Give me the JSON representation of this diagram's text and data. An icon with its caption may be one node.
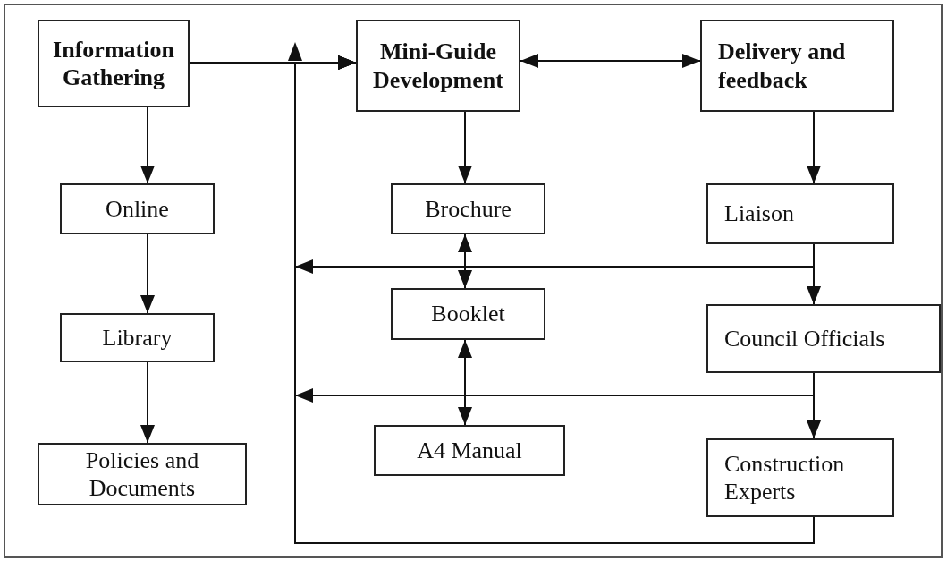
{
  "diagram": {
    "nodes": [
      {
        "text": [
          "Information Gathering"
        ]
      },
      {
        "text": [
          "Mini-Guide Development"
        ]
      },
      {
        "text": [
          "Delivery and feedback"
        ]
      },
      {
        "text": [
          "Online"
        ]
      },
      {
        "text": [
          "Library"
        ]
      },
      {
        "text": [
          "Policies and Documents"
        ]
      },
      {
        "text": [
          "Brochure"
        ]
      },
      {
        "text": [
          "Booklet"
        ]
      },
      {
        "text": [
          "A4 Manual"
        ]
      },
      {
        "text": [
          "Liaison"
        ]
      },
      {
        "text": [
          "Council Officials"
        ]
      },
      {
        "text": [
          "Construction Experts"
        ]
      }
    ],
    "edges": [
      {
        "from": 0,
        "to": 1,
        "arrow": "to"
      },
      {
        "from": 1,
        "to": 2,
        "arrow": "both"
      },
      {
        "from": 0,
        "to": 3,
        "arrow": "to"
      },
      {
        "from": 3,
        "to": 4,
        "arrow": "to"
      },
      {
        "from": 4,
        "to": 5,
        "arrow": "to"
      },
      {
        "from": 1,
        "to": 6,
        "arrow": "to"
      },
      {
        "from": 6,
        "to": 7,
        "arrow": "both"
      },
      {
        "from": 7,
        "to": 8,
        "arrow": "both"
      },
      {
        "from": 2,
        "to": 9,
        "arrow": "to"
      },
      {
        "from": 9,
        "to": 10,
        "arrow": "to"
      },
      {
        "from": 10,
        "to": 11,
        "arrow": "to"
      },
      {
        "from": 9,
        "to": 1,
        "arrow": "to"
      },
      {
        "from": 10,
        "to": 1,
        "arrow": "to"
      },
      {
        "from": 11,
        "to": 1,
        "arrow": "to"
      }
    ]
  }
}
